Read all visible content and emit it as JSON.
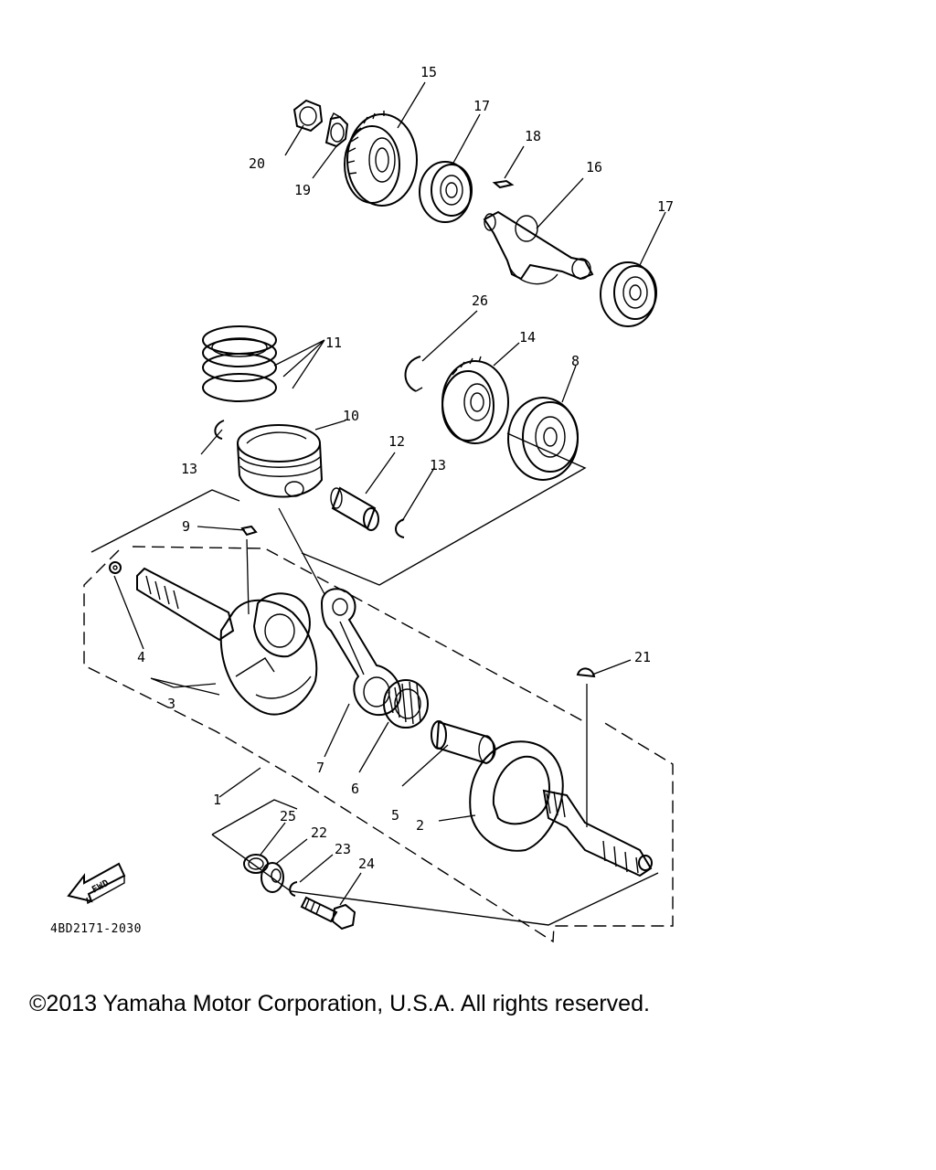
{
  "diagram": {
    "drawing_code": "4BD2171-2030",
    "fwd_badge": "FWD",
    "callouts": {
      "c1": "1",
      "c2": "2",
      "c3": "3",
      "c4": "4",
      "c5": "5",
      "c6": "6",
      "c7": "7",
      "c8": "8",
      "c9": "9",
      "c10": "10",
      "c11": "11",
      "c12": "12",
      "c13a": "13",
      "c13b": "13",
      "c14": "14",
      "c15": "15",
      "c16": "16",
      "c17a": "17",
      "c17b": "17",
      "c18": "18",
      "c19": "19",
      "c20": "20",
      "c21": "21",
      "c22": "22",
      "c23": "23",
      "c24": "24",
      "c25": "25",
      "c26": "26"
    }
  },
  "footer": {
    "copyright": "©2013 Yamaha Motor Corporation, U.S.A. All rights reserved."
  },
  "colors": {
    "ink": "#000000",
    "paper": "#ffffff"
  }
}
